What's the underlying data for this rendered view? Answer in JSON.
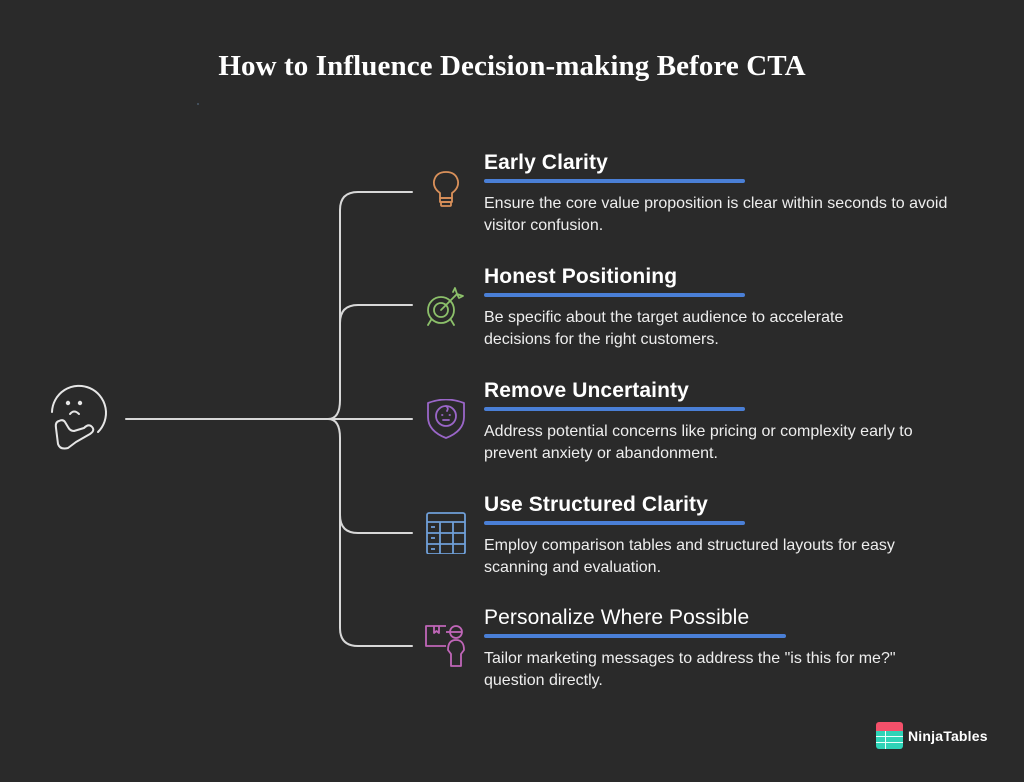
{
  "title": "How to Influence Decision-making Before CTA",
  "root": {
    "icon": "thinking-face-icon"
  },
  "items": [
    {
      "heading": "Early Clarity",
      "description": "Ensure the core value proposition is clear within seconds to avoid visitor confusion.",
      "icon": "lightbulb-icon",
      "icon_color": "#d9905a"
    },
    {
      "heading": "Honest Positioning",
      "description": "Be specific about the target audience to accelerate decisions for the right customers.",
      "icon": "target-arrow-icon",
      "icon_color": "#8cc06a"
    },
    {
      "heading": "Remove Uncertainty",
      "description": "Address potential concerns like pricing or complexity early to prevent anxiety or abandonment.",
      "icon": "shield-face-icon",
      "icon_color": "#9a66c8"
    },
    {
      "heading": "Use Structured Clarity",
      "description": "Employ comparison tables and structured layouts for easy scanning and evaluation.",
      "icon": "table-grid-icon",
      "icon_color": "#6f9fd8"
    },
    {
      "heading": "Personalize Where Possible",
      "description": "Tailor marketing messages to address the \"is this for me?\" question directly.",
      "icon": "delivery-person-icon",
      "icon_color": "#c066b8"
    }
  ],
  "colors": {
    "background": "#2a2a2a",
    "underline": "#4a7fd6",
    "connector": "#d8d8d8"
  },
  "logo": {
    "text": "NinjaTables"
  }
}
